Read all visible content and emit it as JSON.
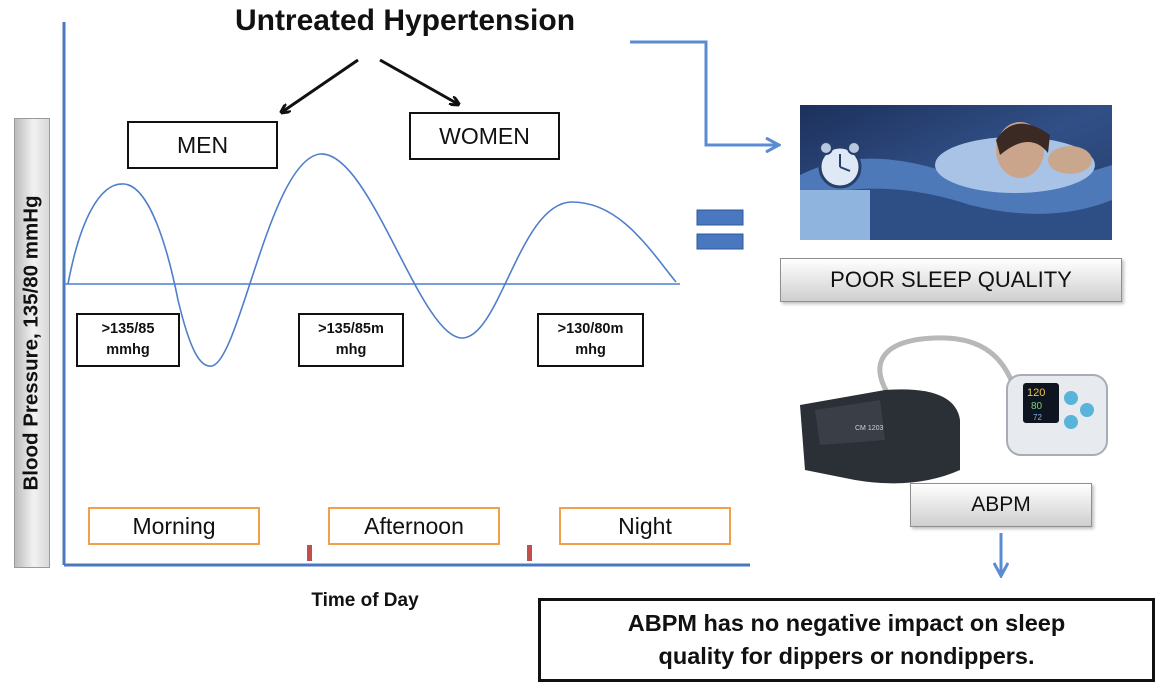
{
  "title": "Untreated Hypertension",
  "genders": {
    "men": "MEN",
    "women": "WOMEN"
  },
  "bp_thresholds": [
    ">135/85\nmmhg",
    ">135/85m\nmhg",
    ">130/80m\nmhg"
  ],
  "periods": [
    "Morning",
    "Afternoon",
    "Night"
  ],
  "axis": {
    "y_label": "Blood Pressure, 135/80 mmHg",
    "x_label": "Time of Day"
  },
  "sleep_label": "POOR SLEEP QUALITY",
  "abpm_label": "ABPM",
  "conclusion": "ABPM has no negative impact on sleep\nquality for dippers or nondippers.",
  "device_screen": [
    "120",
    "80",
    "72"
  ],
  "colors": {
    "axis": "#4a78c0",
    "curve": "#4f7fca",
    "arrow_blue": "#5b8bd0",
    "period_border": "#f0a04b",
    "tick": "#c0504d",
    "equals": "#4a78c0"
  },
  "icons": {
    "sleep_photo": "sleeping-woman-with-alarm-clock",
    "device_photo": "abpm-monitor-with-cuff"
  }
}
